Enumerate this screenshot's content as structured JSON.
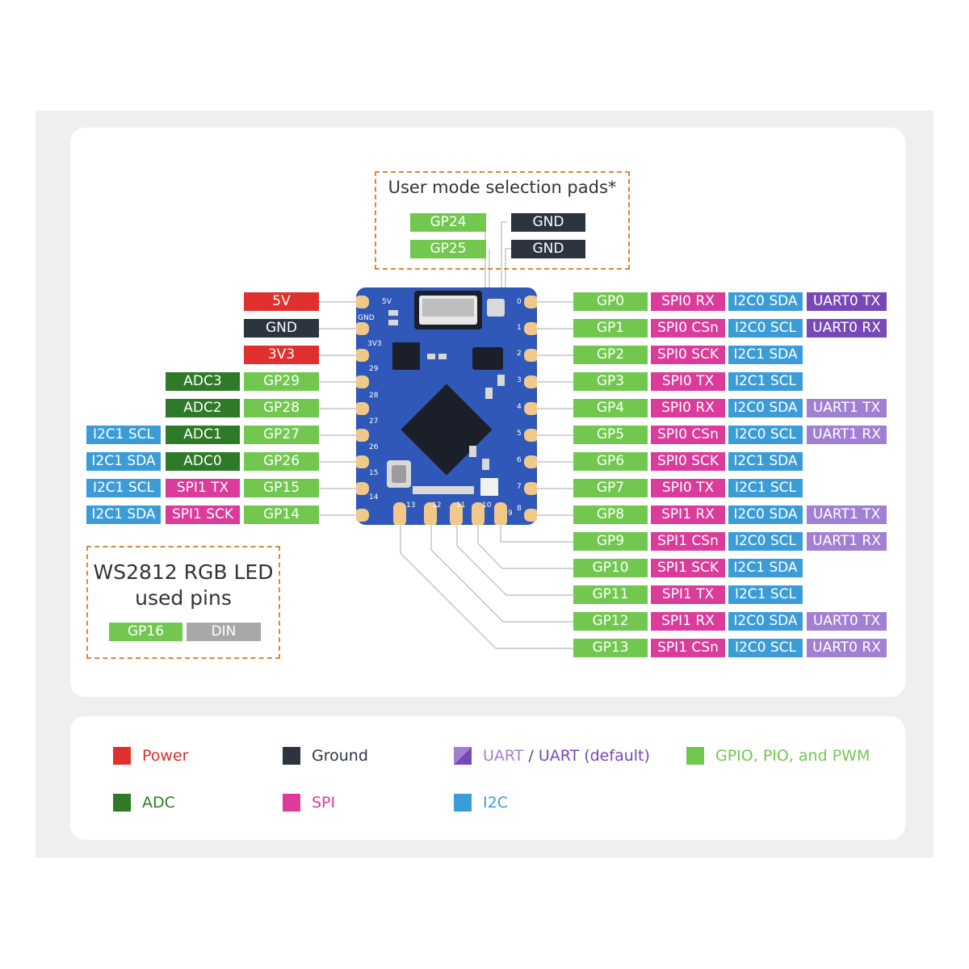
{
  "user_mode_box": {
    "title": "User mode selection pads*",
    "pads": [
      "GP24",
      "GP25"
    ],
    "grounds": [
      "GND",
      "GND"
    ]
  },
  "left_power": [
    "5V",
    "GND",
    "3V3"
  ],
  "left_pins": [
    {
      "gp": "GP29",
      "adc": "ADC3"
    },
    {
      "gp": "GP28",
      "adc": "ADC2"
    },
    {
      "gp": "GP27",
      "adc": "ADC1",
      "i2c": "I2C1 SCL"
    },
    {
      "gp": "GP26",
      "adc": "ADC0",
      "i2c": "I2C1 SDA"
    },
    {
      "gp": "GP15",
      "spi": "SPI1 TX",
      "i2c": "I2C1 SCL"
    },
    {
      "gp": "GP14",
      "spi": "SPI1 SCK",
      "i2c": "I2C1 SDA"
    }
  ],
  "right_pins": [
    {
      "gp": "GP0",
      "spi": "SPI0 RX",
      "i2c": "I2C0 SDA",
      "uart": "UART0 TX",
      "uart_default": true
    },
    {
      "gp": "GP1",
      "spi": "SPI0 CSn",
      "i2c": "I2C0 SCL",
      "uart": "UART0 RX",
      "uart_default": true
    },
    {
      "gp": "GP2",
      "spi": "SPI0 SCK",
      "i2c": "I2C1 SDA"
    },
    {
      "gp": "GP3",
      "spi": "SPI0 TX",
      "i2c": "I2C1 SCL"
    },
    {
      "gp": "GP4",
      "spi": "SPI0 RX",
      "i2c": "I2C0 SDA",
      "uart": "UART1 TX",
      "uart_default": false
    },
    {
      "gp": "GP5",
      "spi": "SPI0 CSn",
      "i2c": "I2C0 SCL",
      "uart": "UART1 RX",
      "uart_default": false
    },
    {
      "gp": "GP6",
      "spi": "SPI0 SCK",
      "i2c": "I2C1 SDA"
    },
    {
      "gp": "GP7",
      "spi": "SPI0 TX",
      "i2c": "I2C1 SCL"
    },
    {
      "gp": "GP8",
      "spi": "SPI1 RX",
      "i2c": "I2C0 SDA",
      "uart": "UART1 TX",
      "uart_default": false
    },
    {
      "gp": "GP9",
      "spi": "SPI1 CSn",
      "i2c": "I2C0 SCL",
      "uart": "UART1 RX",
      "uart_default": false
    },
    {
      "gp": "GP10",
      "spi": "SPI1 SCK",
      "i2c": "I2C1 SDA"
    },
    {
      "gp": "GP11",
      "spi": "SPI1 TX",
      "i2c": "I2C1 SCL"
    },
    {
      "gp": "GP12",
      "spi": "SPI1 RX",
      "i2c": "I2C0 SDA",
      "uart": "UART0 TX",
      "uart_default": false
    },
    {
      "gp": "GP13",
      "spi": "SPI1 CSn",
      "i2c": "I2C0 SCL",
      "uart": "UART0 RX",
      "uart_default": false
    }
  ],
  "led_box": {
    "title_line1": "WS2812 RGB LED",
    "title_line2": "used pins",
    "gp": "GP16",
    "din": "DIN"
  },
  "board_silkscreen": {
    "left": [
      "5V",
      "GND",
      "3V3",
      "29",
      "28",
      "27",
      "26",
      "15",
      "14"
    ],
    "bottom": [
      "13",
      "12",
      "11",
      "10"
    ],
    "right": [
      "0",
      "1",
      "2",
      "3",
      "4",
      "5",
      "6",
      "7",
      "8",
      "9"
    ]
  },
  "legend": {
    "power": "Power",
    "ground": "Ground",
    "uart_a": "UART",
    "uart_sep": "/",
    "uart_b": "UART (default)",
    "gpio": "GPIO, PIO, and PWM",
    "adc": "ADC",
    "spi": "SPI",
    "i2c": "I2C"
  },
  "colors": {
    "gpio": "#72c84f",
    "adc": "#2e7a28",
    "spi": "#db3b9a",
    "i2c": "#3c9cd8",
    "uart_default": "#7848b8",
    "uart": "#a17fd3",
    "power": "#e0302e",
    "ground": "#2c3440",
    "box_border": "#d68a3c",
    "board": "#2f58b8"
  }
}
